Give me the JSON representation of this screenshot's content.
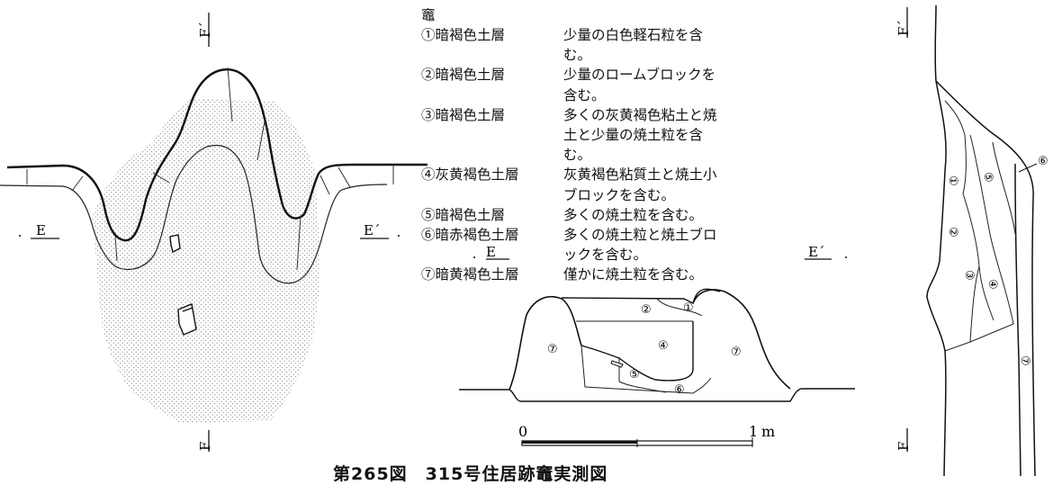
{
  "labels": {
    "f_prime_top_left": "F´",
    "f_bottom_left": "F",
    "e_left": "E",
    "e_prime_left": "E´",
    "e_section": "E",
    "e_prime_section": "E´",
    "f_prime_top_right": "F´",
    "f_bottom_right": "F"
  },
  "legend": {
    "heading": "竈",
    "layers": [
      {
        "label": "①暗褐色土層",
        "desc": "少量の白色軽石粒を含む。"
      },
      {
        "label": "②暗褐色土層",
        "desc": "少量のロームブロックを含む。"
      },
      {
        "label": "③暗褐色土層",
        "desc": "多くの灰黄褐色粘土と焼土と少量の焼土粒を含む。"
      },
      {
        "label": "④灰黄褐色土層",
        "desc": "灰黄褐色粘質土と焼土小ブロックを含む。"
      },
      {
        "label": "⑤暗褐色土層",
        "desc": "多くの焼土粒を含む。"
      },
      {
        "label": "⑥暗赤褐色土層",
        "desc": "多くの焼土粒と焼土ブロックを含む。"
      },
      {
        "label": "⑦暗黄褐色土層",
        "desc": "僅かに焼土粒を含む。"
      }
    ]
  },
  "section_numbers": {
    "n1": "①",
    "n2": "②",
    "n3": "③",
    "n4": "④",
    "n5": "⑤",
    "n6": "⑥",
    "n7": "⑦"
  },
  "scale": {
    "zero": "0",
    "one": "1",
    "unit": "m"
  },
  "caption": "第265図　315号住居跡竈実測図"
}
